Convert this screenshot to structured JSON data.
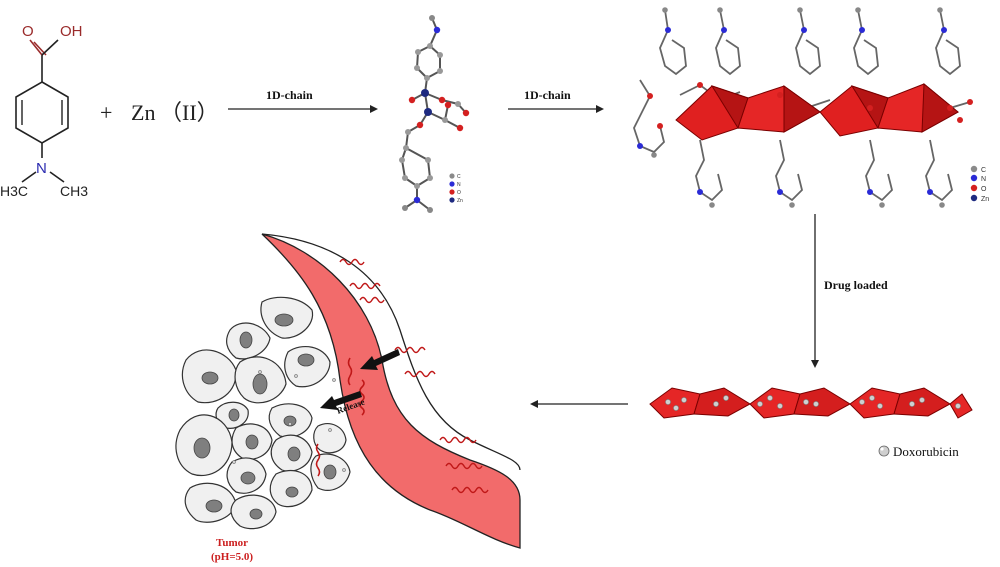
{
  "molecule": {
    "oh": "OH",
    "o": "O",
    "n": "N",
    "methyl_left": "H3C",
    "methyl_right": "CH3"
  },
  "reaction": {
    "plus": "+",
    "metal": "Zn",
    "oxidation": "（II）"
  },
  "steps": {
    "arrow1_label": "1D-chain",
    "arrow2_label": "1D-chain",
    "arrow3_label": "Drug loaded"
  },
  "legend": {
    "items": [
      {
        "label": "C",
        "color": "#8a8a8a"
      },
      {
        "label": "N",
        "color": "#2b2bd6"
      },
      {
        "label": "O",
        "color": "#d42020"
      },
      {
        "label": "Zn",
        "color": "#1e2a80"
      }
    ]
  },
  "drug": {
    "label": "Doxorubicin",
    "color": "#d92626"
  },
  "tumor": {
    "release": "Release",
    "title": "Tumor",
    "ph": "(pH=5.0)",
    "color": "#cc1f1f"
  },
  "vessel_color": "#f26b6b"
}
